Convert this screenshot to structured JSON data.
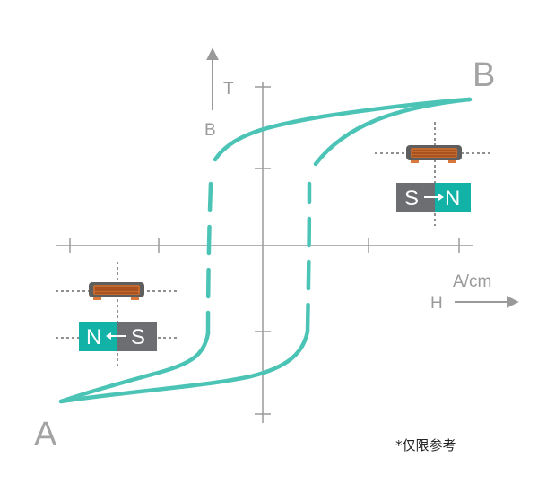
{
  "labels": {
    "point_a": "A",
    "point_b": "B",
    "b_axis_symbol": "B",
    "b_axis_unit": "T",
    "h_axis_symbol": "H",
    "h_axis_unit": "A/cm",
    "note": "*仅限参考"
  },
  "magnets": {
    "top_right": {
      "left_pole": "S",
      "right_pole": "N"
    },
    "bottom_left": {
      "left_pole": "N",
      "right_pole": "S"
    }
  },
  "colors": {
    "curve": "#4bc4b6",
    "axis": "#9a9a9a",
    "pole_dark": "#6d6e71",
    "pole_teal": "#12b3a6",
    "inductor_core": "#c46a2f",
    "inductor_body": "#5e5e5e"
  }
}
